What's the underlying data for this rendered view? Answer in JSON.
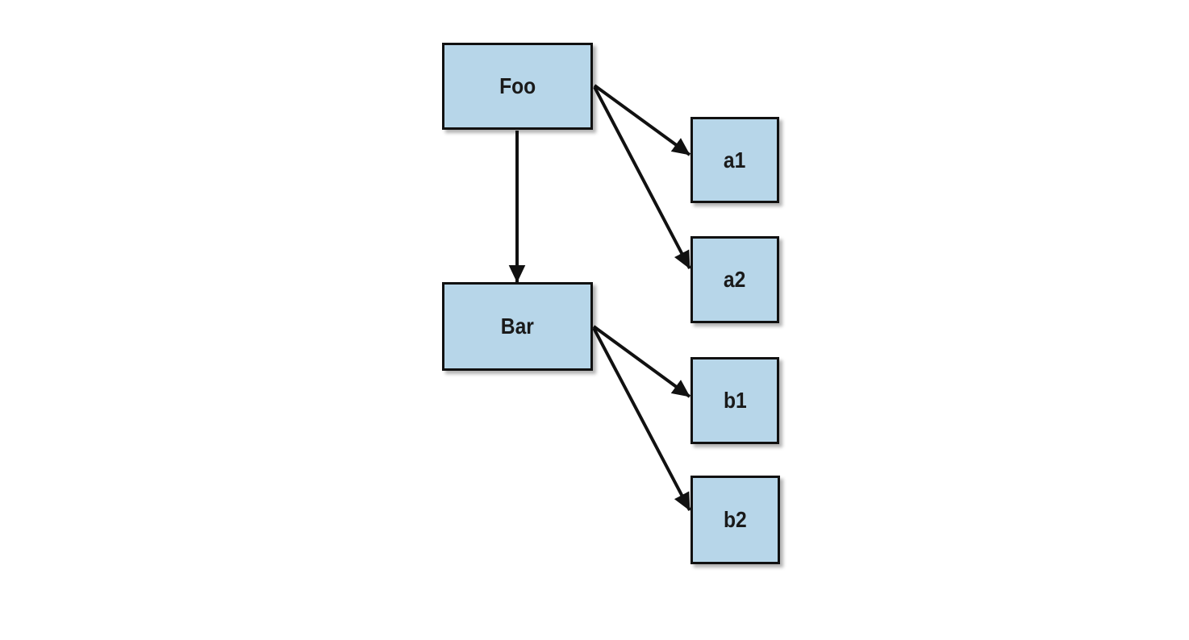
{
  "diagram": {
    "type": "tree",
    "description": "Hierarchy diagram: Foo points to Bar, a1 and a2; Bar points to b1 and b2",
    "nodes": {
      "foo": {
        "label": "Foo",
        "shape": "rectangle"
      },
      "bar": {
        "label": "Bar",
        "shape": "rectangle"
      },
      "a1": {
        "label": "a1",
        "shape": "square"
      },
      "a2": {
        "label": "a2",
        "shape": "square"
      },
      "b1": {
        "label": "b1",
        "shape": "square"
      },
      "b2": {
        "label": "b2",
        "shape": "square"
      }
    },
    "edges": [
      {
        "from": "Foo",
        "to": "Bar"
      },
      {
        "from": "Foo",
        "to": "a1"
      },
      {
        "from": "Foo",
        "to": "a2"
      },
      {
        "from": "Bar",
        "to": "b1"
      },
      {
        "from": "Bar",
        "to": "b2"
      }
    ],
    "colors": {
      "node_fill": "#b7d6e9",
      "node_border": "#111111",
      "arrow": "#111111",
      "background": "#ffffff"
    }
  }
}
